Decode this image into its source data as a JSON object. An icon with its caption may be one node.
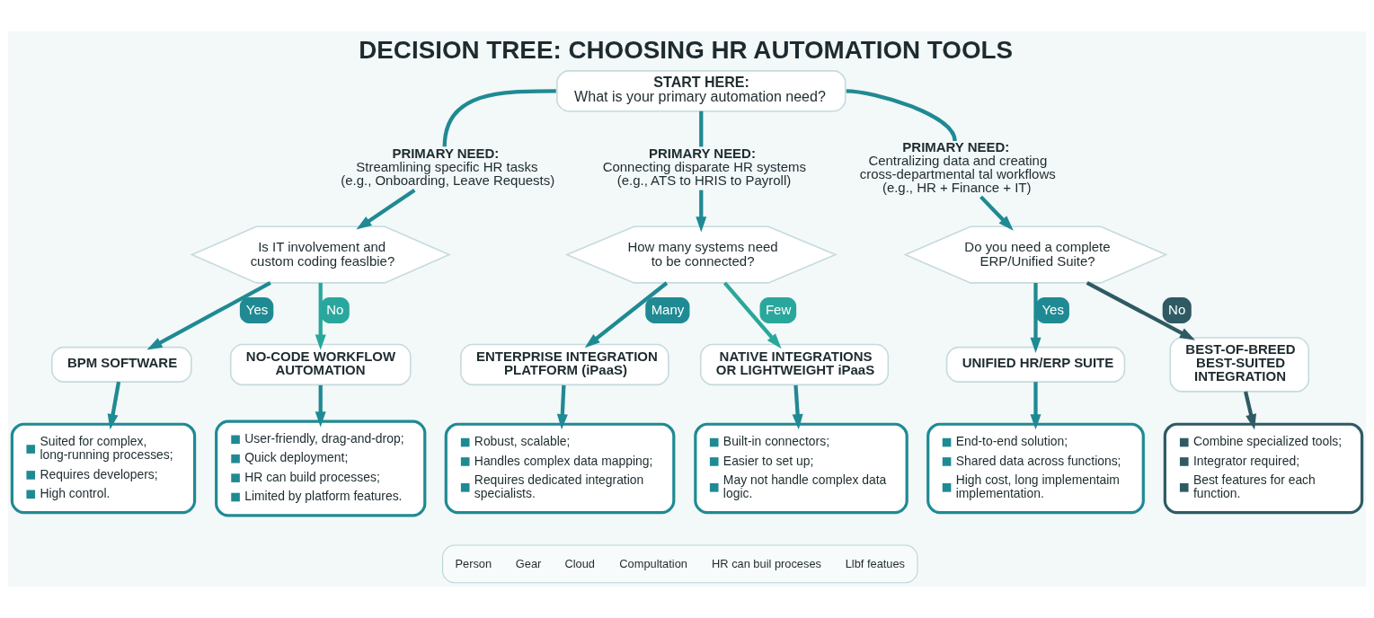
{
  "diagram": {
    "title": "DECISION TREE: CHOOSING HR AUTOMATION TOOLS",
    "nodes": [
      {
        "text": [
          "START HERE:",
          "What is your primary automation need?"
        ]
      },
      {
        "text": [
          "PRIMARY NEED:",
          "Streamlining specific HR tasks (e.g., Onboarding, Leave Requests)"
        ]
      },
      {
        "text": [
          "PRIMARY NEED:",
          "Connecting disparate HR systems (e.g., ATS to HRIS to Payroll)"
        ]
      },
      {
        "text": [
          "PRIMARY NEED:",
          "Centralizing data and creating cross-departmental tal workflows (e.g., HR + Finance + IT)"
        ]
      },
      {
        "text": [
          "Is IT involvement and custom coding feaslbie?"
        ]
      },
      {
        "text": [
          "How many systems need to be connected?"
        ]
      },
      {
        "text": [
          "Do you need a complete ERP/Unified Suite?"
        ]
      },
      {
        "text": [
          "BPM SOFTWARE"
        ]
      },
      {
        "text": [
          "NO-CODE WORKFLOW AUTOMATION"
        ]
      },
      {
        "text": [
          "ENTERPRISE INTEGRATION PLATFORM (iPaaS)"
        ]
      },
      {
        "text": [
          "NATIVE INTEGRATIONS OR LIGHTWEIGHT iPaaS"
        ]
      },
      {
        "text": [
          "UNIFIED HR/ERP SUITE"
        ]
      },
      {
        "text": [
          "BEST-OF-BREED BEST-SUITED INTEGRATION"
        ]
      },
      {
        "text": [
          "Suited for complex, long-running processes;",
          "Requires developers;",
          "High control."
        ]
      },
      {
        "text": [
          "User-friendly, drag-and-drop;",
          "Quick deployment;",
          "HR can build processes;",
          "Limited by platform features."
        ]
      },
      {
        "text": [
          "Robust, scalable;",
          "Handles complex data mapping;",
          "Requires dedicated integration specialists."
        ]
      },
      {
        "text": [
          "Built-in connectors;",
          "Easier to set up;",
          "May not handle complex data logic."
        ]
      },
      {
        "text": [
          "End-to-end solution;",
          "Shared data across functions;",
          "High cost, long implementaim implementation."
        ]
      },
      {
        "text": [
          "Combine specialized tools;",
          "Integrator required;",
          "Best features for each function."
        ]
      }
    ],
    "edges": [
      {
        "from": 0,
        "to": 1,
        "arrow": "none"
      },
      {
        "from": 0,
        "to": 2,
        "arrow": "none"
      },
      {
        "from": 0,
        "to": 3,
        "arrow": "none"
      },
      {
        "from": 1,
        "to": 4,
        "arrow": "to"
      },
      {
        "from": 2,
        "to": 5,
        "arrow": "to"
      },
      {
        "from": 3,
        "to": 6,
        "arrow": "to"
      },
      {
        "from": 4,
        "to": 7,
        "arrow": "to",
        "label": "Yes"
      },
      {
        "from": 4,
        "to": 8,
        "arrow": "to",
        "label": "No",
        "color": "#2aa79c"
      },
      {
        "from": 5,
        "to": 9,
        "arrow": "to",
        "label": "Many"
      },
      {
        "from": 5,
        "to": 10,
        "arrow": "to",
        "label": "Few",
        "color": "#2aa79c"
      },
      {
        "from": 6,
        "to": 11,
        "arrow": "to",
        "label": "Yes"
      },
      {
        "from": 6,
        "to": 12,
        "arrow": "to",
        "label": "No",
        "color": "#2f5a63"
      },
      {
        "from": 7,
        "to": 13,
        "arrow": "to"
      },
      {
        "from": 8,
        "to": 14,
        "arrow": "to"
      },
      {
        "from": 9,
        "to": 15,
        "arrow": "to"
      },
      {
        "from": 10,
        "to": 16,
        "arrow": "to"
      },
      {
        "from": 11,
        "to": 17,
        "arrow": "to"
      },
      {
        "from": 12,
        "to": 18,
        "arrow": "to",
        "color": "#2f5a63"
      }
    ],
    "legend": [
      {
        "text": "Person"
      },
      {
        "text": "Gear"
      },
      {
        "text": "Cloud"
      },
      {
        "text": "Compultation"
      },
      {
        "text": "HR can buil proceses"
      },
      {
        "text": "Llbf featues"
      }
    ]
  }
}
